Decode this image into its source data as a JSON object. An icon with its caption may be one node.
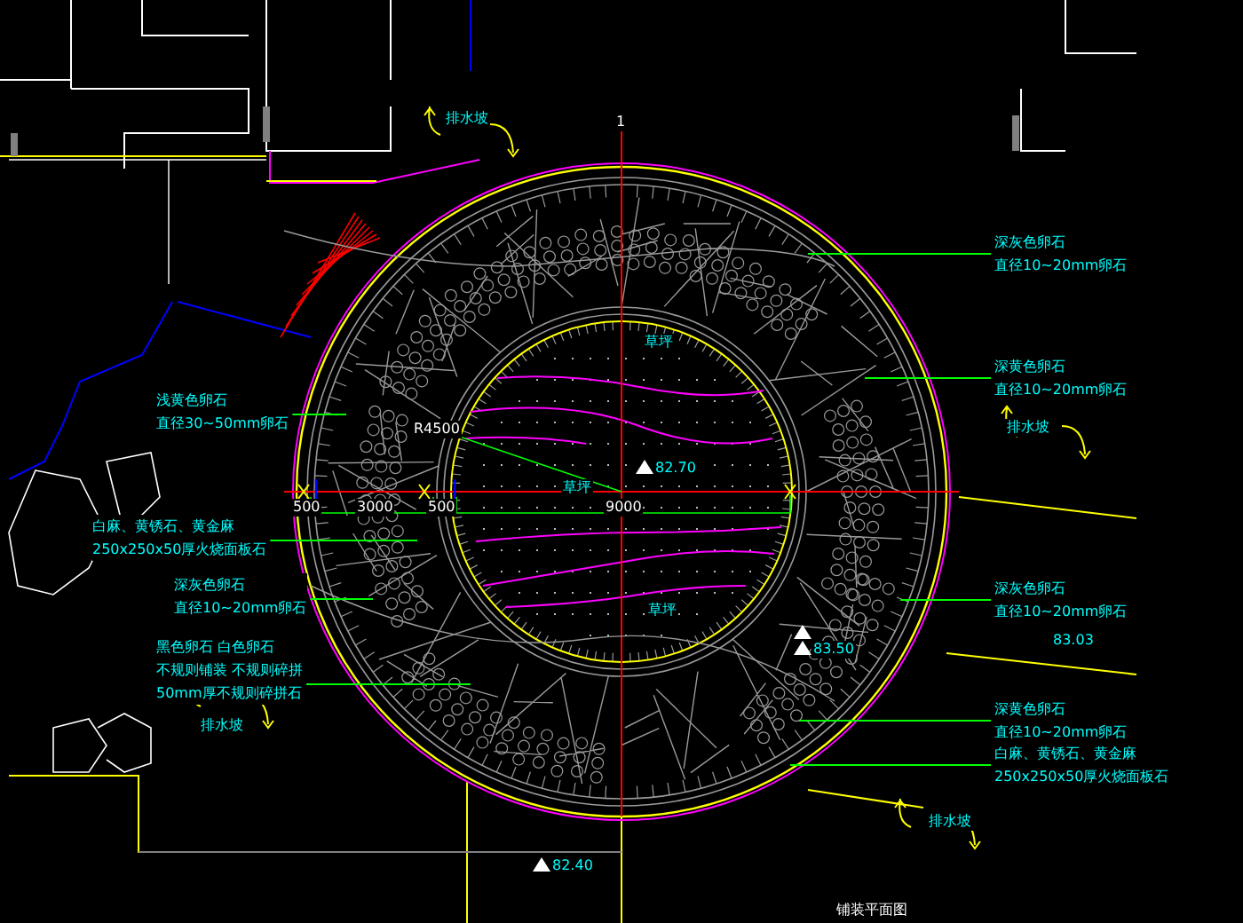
{
  "diagram": {
    "nodes": [
      {
        "text": [
          "浅黄色卵石",
          "直径30~50mm卵石"
        ]
      },
      {
        "text": [
          "白麻、黄锈石、黄金麻",
          "250x250x50厚火烧面板石"
        ]
      },
      {
        "text": [
          "深灰色卵石",
          "直径10~20mm卵石"
        ]
      },
      {
        "text": [
          "黑色卵石 白色卵石",
          "不规则铺装 不规则碎拼",
          "50mm厚不规则碎拼石"
        ]
      },
      {
        "text": [
          "深灰色卵石",
          "直径10~20mm卵石"
        ]
      },
      {
        "text": [
          "深黄色卵石",
          "直径10~20mm卵石"
        ]
      },
      {
        "text": [
          "深灰色卵石",
          "直径10~20mm卵石"
        ]
      },
      {
        "text": [
          "深黄色卵石",
          "直径10~20mm卵石"
        ]
      },
      {
        "text": [
          "白麻、黄锈石、黄金麻",
          "250x250x50厚火烧面板石"
        ]
      }
    ],
    "edges": [
      {
        "from": 0,
        "to": null,
        "arrow": "none"
      },
      {
        "from": 1,
        "to": null,
        "arrow": "none"
      },
      {
        "from": 2,
        "to": null,
        "arrow": "none"
      },
      {
        "from": 3,
        "to": null,
        "arrow": "none"
      },
      {
        "from": 4,
        "to": null,
        "arrow": "none"
      },
      {
        "from": 5,
        "to": null,
        "arrow": "none"
      },
      {
        "from": 6,
        "to": null,
        "arrow": "none"
      },
      {
        "from": 7,
        "to": null,
        "arrow": "none"
      },
      {
        "from": 8,
        "to": null,
        "arrow": "none"
      }
    ],
    "labels": [
      "排水坡",
      "1",
      "草坪",
      "R4500",
      "82.70",
      "500",
      "3000",
      "500",
      "草坪",
      "9000",
      "排水坡",
      "草坪",
      "83.50",
      "83.03",
      "排水坡",
      "排水坡",
      "82.40",
      "铺装平面图"
    ]
  }
}
